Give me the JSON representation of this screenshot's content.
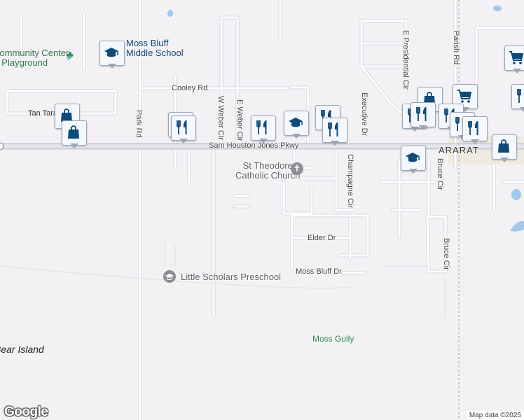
{
  "map": {
    "attribution": "Map data ©2025",
    "logo": "Google",
    "colors": {
      "background": "#f3f1f3",
      "road": "#ffffff",
      "road_outline": "#d8d8e0",
      "main_road": "#dcdce2",
      "water": "#9fc9ee",
      "poi": "#0e4a7a",
      "park": "#2e8b57"
    }
  },
  "roads": {
    "cooley": "Cooley Rd",
    "park": "Park Rd",
    "w_weber": "W Weber Cir",
    "e_weber": "E Weber Cir",
    "sam_houston": "Sam Houston Jones Pkwy",
    "executive": "Executive Dr",
    "e_presidential": "E Presidential Cir",
    "parish": "Parish Rd",
    "champagne": "Champagne Cir",
    "bruce1": "Bruce Cir",
    "bruce2": "Bruce Cir",
    "elder": "Elder Dr",
    "moss_bluff_dr": "Moss Bluff Dr"
  },
  "places": {
    "community_center": "Community Center\n& Playground",
    "middle_school": "Moss Bluff\nMiddle School",
    "tan_tara": "Tan Tara",
    "church": "St Theodore\nCatholic Church",
    "preschool": "Little Scholars Preschool",
    "moss_gully": "Moss Gully",
    "bear_island": "Bear Island",
    "ararat": "ARARAT"
  },
  "pins": [
    {
      "icon": "school",
      "name": "school-pin"
    },
    {
      "icon": "shopping-bag",
      "name": "shopping-pin"
    },
    {
      "icon": "shopping-bag",
      "name": "shopping-pin"
    },
    {
      "icon": "restaurant",
      "name": "restaurant-pin"
    },
    {
      "icon": "restaurant",
      "name": "restaurant-pin"
    },
    {
      "icon": "school",
      "name": "school-pin"
    },
    {
      "icon": "restaurant",
      "name": "restaurant-pin"
    },
    {
      "icon": "restaurant",
      "name": "restaurant-pin"
    },
    {
      "icon": "school",
      "name": "school-pin"
    },
    {
      "icon": "restaurant",
      "name": "restaurant-pin"
    },
    {
      "icon": "shopping-bag",
      "name": "shopping-pin"
    },
    {
      "icon": "shopping-cart",
      "name": "shopping-cart-pin"
    },
    {
      "icon": "restaurant",
      "name": "restaurant-pin"
    },
    {
      "icon": "restaurant",
      "name": "restaurant-pin"
    },
    {
      "icon": "restaurant",
      "name": "restaurant-pin"
    },
    {
      "icon": "restaurant",
      "name": "restaurant-pin"
    },
    {
      "icon": "restaurant",
      "name": "restaurant-pin"
    },
    {
      "icon": "shopping-bag",
      "name": "shopping-pin"
    },
    {
      "icon": "shopping-cart",
      "name": "shopping-cart-pin"
    },
    {
      "icon": "restaurant",
      "name": "restaurant-pin"
    }
  ]
}
